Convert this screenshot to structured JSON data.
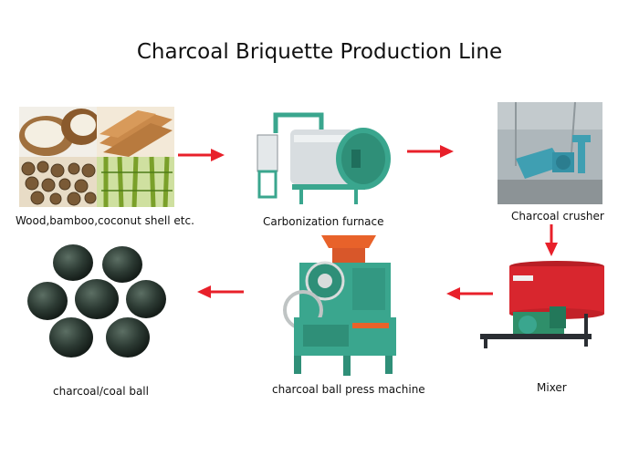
{
  "title": "Charcoal Briquette Production Line",
  "steps": [
    {
      "label": "Wood,bamboo,coconut shell etc.",
      "icon": "raw-materials-photo"
    },
    {
      "label": "Carbonization furnace",
      "icon": "carbonization-furnace-photo"
    },
    {
      "label": "Charcoal crusher",
      "icon": "charcoal-crusher-photo"
    },
    {
      "label": "Mixer",
      "icon": "mixer-photo"
    },
    {
      "label": "charcoal ball press machine",
      "icon": "ball-press-machine-photo"
    },
    {
      "label": "charcoal/coal ball",
      "icon": "charcoal-balls-photo"
    }
  ],
  "colors": {
    "arrow": "#e8202a",
    "machine_green": "#3aa68e",
    "mixer_red": "#d8262e",
    "press_orange": "#e8622a"
  }
}
